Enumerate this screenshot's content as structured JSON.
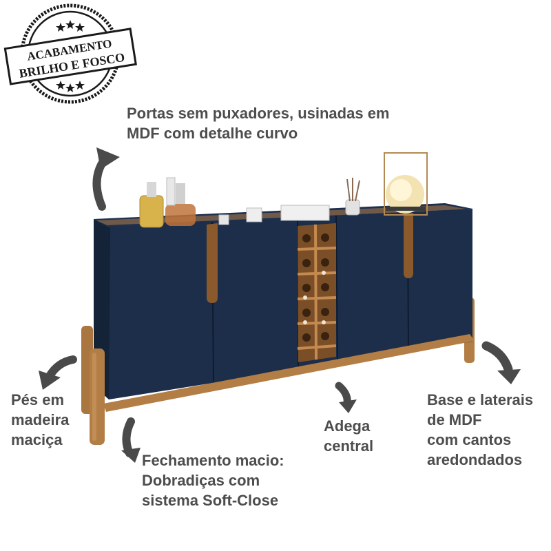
{
  "stamp": {
    "line1": "ACABAMENTO",
    "line2": "BRILHO E FOSCO",
    "color": "#1a1a1a"
  },
  "colors": {
    "cabinet": "#1c2e4a",
    "cabinet_shadow": "#152339",
    "wood": "#b37e45",
    "wood_dark": "#8a5a2c",
    "text": "#4d4d4d",
    "arrow": "#4a4a4a"
  },
  "callouts": {
    "portas": [
      "Portas sem puxadores, usinadas em",
      "MDF com detalhe curvo"
    ],
    "pes": [
      "Pés em",
      "madeira",
      "maciça"
    ],
    "fechamento": [
      "Fechamento macio:",
      "Dobradiças com",
      "sistema Soft-Close"
    ],
    "adega": [
      "Adega",
      "central"
    ],
    "base": [
      "Base e laterais",
      "de MDF",
      "com cantos",
      "aredondados"
    ]
  },
  "icons": {
    "arrows": [
      "curved-arrow-up-icon",
      "curved-arrow-down-left-icon",
      "curved-arrow-down-icon",
      "curved-arrow-down-right-icon"
    ],
    "stamp": "seal-stamp-icon"
  }
}
